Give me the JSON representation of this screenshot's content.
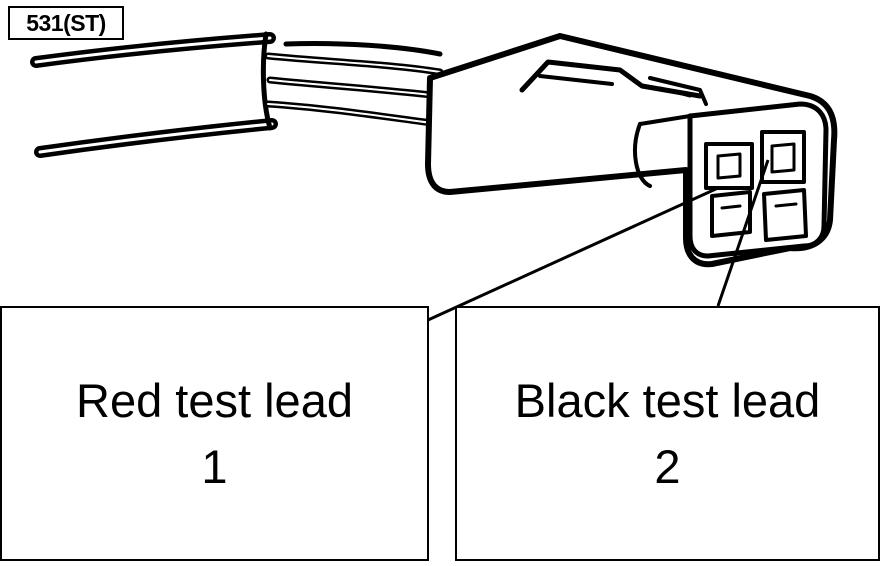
{
  "figure": {
    "id": "531(ST)"
  },
  "callouts": [
    {
      "label": "Red test lead",
      "number": "1"
    },
    {
      "label": "Black test lead",
      "number": "2"
    }
  ],
  "colors": {
    "line": "#000000",
    "background": "#ffffff"
  },
  "icons": [
    "connector-illustration",
    "wire-harness",
    "terminal-1",
    "terminal-2"
  ]
}
